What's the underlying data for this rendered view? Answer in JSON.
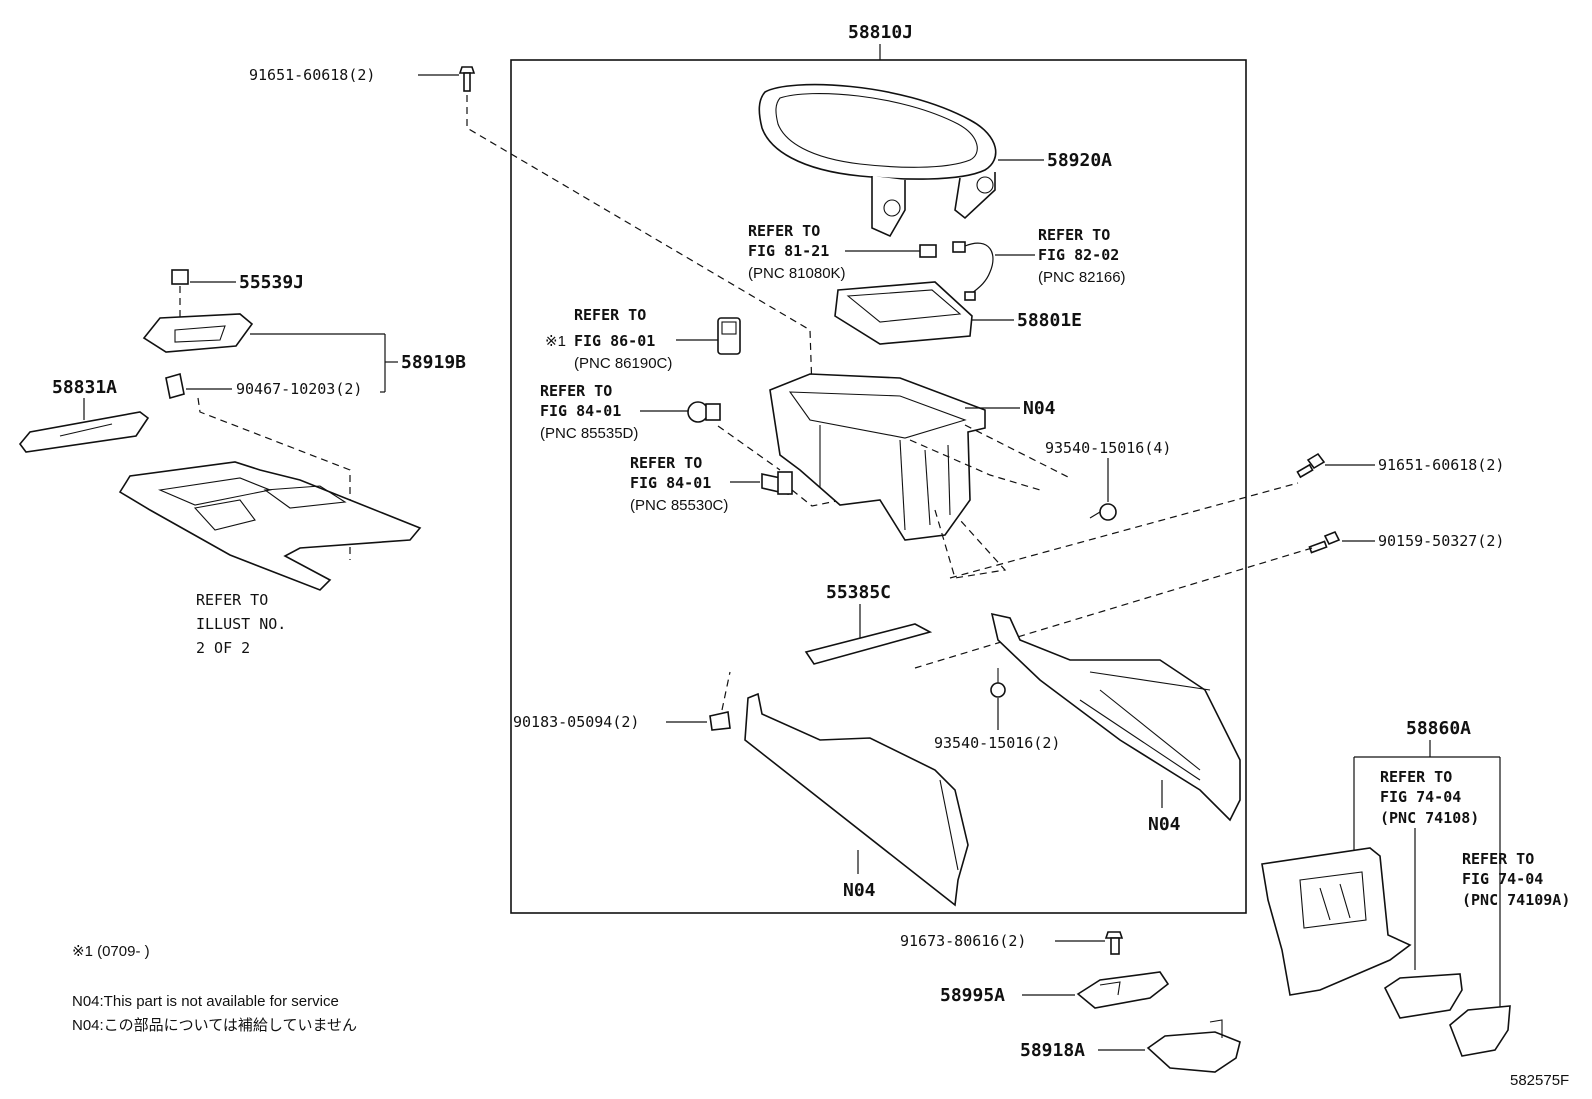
{
  "parts": {
    "p58810J": "58810J",
    "p91651_top": "91651-60618(2)",
    "p58920A": "58920A",
    "p55539J": "55539J",
    "p58919B": "58919B",
    "p58831A": "58831A",
    "p90467": "90467-10203(2)",
    "p58801E": "58801E",
    "pN04_box": "N04",
    "p93540_4": "93540-15016(4)",
    "p91651_right": "91651-60618(2)",
    "p90159": "90159-50327(2)",
    "p55385C": "55385C",
    "p90183": "90183-05094(2)",
    "p93540_2": "93540-15016(2)",
    "pN04_right": "N04",
    "pN04_bottom": "N04",
    "p58860A": "58860A",
    "p91673": "91673-80616(2)",
    "p58995A": "58995A",
    "p58918A": "58918A"
  },
  "refs": {
    "fig81": {
      "l1": "REFER TO",
      "l2": "FIG 81-21",
      "l3": "(PNC 81080K)"
    },
    "fig82": {
      "l1": "REFER TO",
      "l2": "FIG 82-02",
      "l3": "(PNC 82166)"
    },
    "fig86": {
      "mark": "※1",
      "l1": "REFER TO",
      "l2": "FIG 86-01",
      "l3": "(PNC 86190C)"
    },
    "fig84a": {
      "l1": "REFER TO",
      "l2": "FIG 84-01",
      "l3": "(PNC 85535D)"
    },
    "fig84b": {
      "l1": "REFER TO",
      "l2": "FIG 84-01",
      "l3": "(PNC 85530C)"
    },
    "fig74a": {
      "l1": "REFER TO",
      "l2": "FIG 74-04",
      "l3": "(PNC 74108)"
    },
    "fig74b": {
      "l1": "REFER TO",
      "l2": "FIG 74-04",
      "l3": "(PNC 74109A)"
    },
    "illust": {
      "l1": "REFER TO",
      "l2": "ILLUST NO.",
      "l3": "2 OF 2"
    }
  },
  "notes": {
    "footnote1": "※1 (0709-     )",
    "n04_en": "N04:This part is not available for service",
    "n04_jp": "N04:この部品については補給していません"
  },
  "diagram_id": "582575F"
}
